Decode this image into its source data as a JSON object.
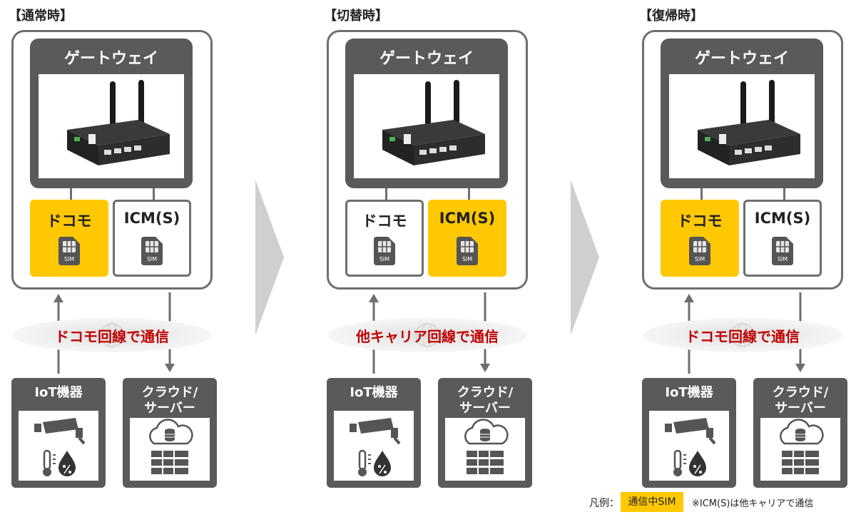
{
  "panels": [
    {
      "title": "【通常時】",
      "gateway": "ゲートウェイ",
      "sims": [
        {
          "label": "ドコモ",
          "active": true
        },
        {
          "label": "ICM(S)",
          "active": false
        }
      ],
      "line": "ドコモ回線で通信",
      "devices": {
        "iot": "IoT機器",
        "cloud_line1": "クラウド/",
        "cloud_line2": "サーバー"
      }
    },
    {
      "title": "【切替時】",
      "gateway": "ゲートウェイ",
      "sims": [
        {
          "label": "ドコモ",
          "active": false
        },
        {
          "label": "ICM(S)",
          "active": true
        }
      ],
      "line": "他キャリア回線で通信",
      "devices": {
        "iot": "IoT機器",
        "cloud_line1": "クラウド/",
        "cloud_line2": "サーバー"
      }
    },
    {
      "title": "【復帰時】",
      "gateway": "ゲートウェイ",
      "sims": [
        {
          "label": "ドコモ",
          "active": true
        },
        {
          "label": "ICM(S)",
          "active": false
        }
      ],
      "line": "ドコモ回線で通信",
      "devices": {
        "iot": "IoT機器",
        "cloud_line1": "クラウド/",
        "cloud_line2": "サーバー"
      }
    }
  ],
  "sim_card_text": "SIM",
  "legend": {
    "label": "凡例：",
    "swatch": "通信中SIM",
    "note": "※ICM(S)は他キャリアで通信"
  },
  "colors": {
    "active_sim": "#ffc800",
    "box_dark": "#5a5a5a",
    "border": "#6e6e6e",
    "line_text": "#c00000",
    "chevron": "#cfcfcf"
  }
}
